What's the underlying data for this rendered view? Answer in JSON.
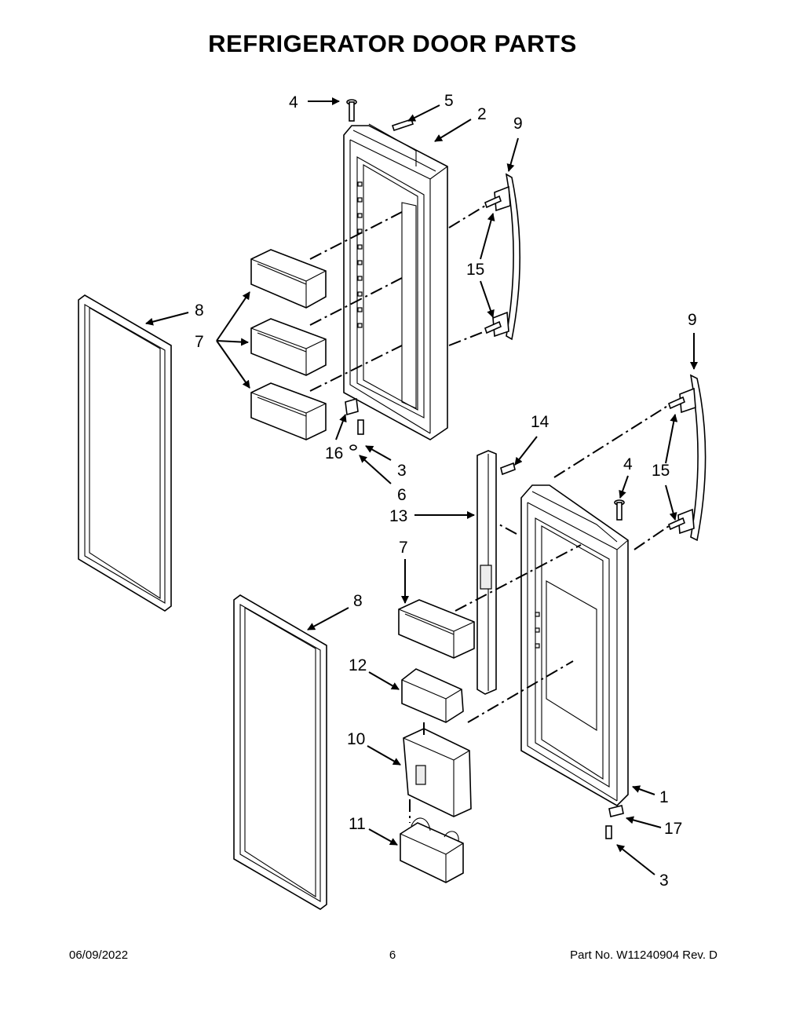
{
  "title": "REFRIGERATOR DOOR PARTS",
  "callouts": [
    "4",
    "5",
    "2",
    "9",
    "15",
    "8",
    "7",
    "16",
    "3",
    "6",
    "14",
    "4",
    "15",
    "9",
    "13",
    "7",
    "8",
    "12",
    "10",
    "1",
    "11",
    "17",
    "3"
  ],
  "footer": {
    "date": "06/09/2022",
    "page": "6",
    "part": "Part No.  W11240904  Rev.  D"
  }
}
